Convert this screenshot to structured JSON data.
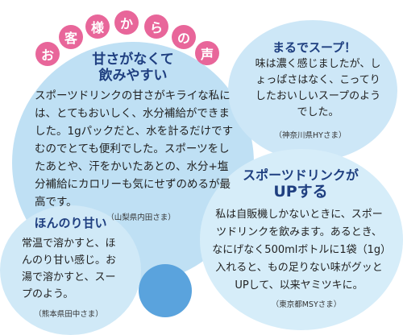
{
  "header_chars": [
    "お",
    "客",
    "様",
    "か",
    "ら",
    "の",
    "声"
  ],
  "cards": [
    {
      "title_lines": [
        "甘さがなくて",
        "飲みやすい"
      ],
      "body": "スポーツドリンクの甘さがキライな私には、とてもおいしく、水分補給ができました。1gパックだと、水を計るだけですむのでとても便利でした。スポーツをしたあとや、汗をかいたあとの、水分+塩分補給にカロリーも気にせずのめるが最高です。",
      "credit": "（山梨県内田さま）"
    },
    {
      "title_lines": [
        "まるでスープ！"
      ],
      "body": "味は濃く感じましたが、しょっぱさはなく、こってりしたおいしいスープのようでした。",
      "credit": "（神奈川県HYさま）"
    },
    {
      "title_lines": [
        "スポーツドリンクが",
        "UPする"
      ],
      "body": "私は自販機しかないときに、スポーツドリンクを飲みます。あるとき、なにげなく500mlボトルに1袋（1g）入れると、もの足りない味がグッとUPして、以来ヤミツキに。",
      "credit": "（東京都MSYさま）"
    },
    {
      "title_lines": [
        "ほんのり甘い"
      ],
      "body": "常温で溶かすと、ほんのり甘い感じ。お湯で溶かすと、スープのよう。",
      "credit": "（熊本県田中さま）"
    }
  ]
}
